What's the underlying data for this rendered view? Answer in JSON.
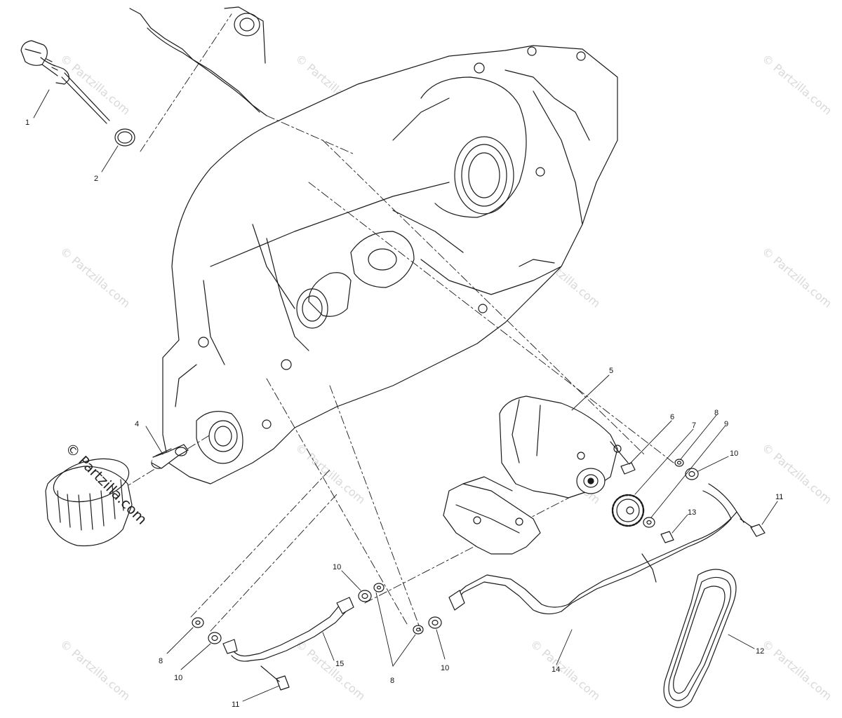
{
  "watermark": {
    "text": "© Partzilla.com",
    "text_dark": "© Partzilla.com"
  },
  "callouts": {
    "c1": "1",
    "c2": "2",
    "c4": "4",
    "c5": "5",
    "c6": "6",
    "c7": "7",
    "c8a": "8",
    "c9": "9",
    "c10a": "10",
    "c11a": "11",
    "c13": "13",
    "c10b": "10",
    "c8b": "8",
    "c10c": "10",
    "c15": "15",
    "c11b": "11",
    "c8c": "8",
    "c10d": "10",
    "c14": "14",
    "c12": "12"
  },
  "colors": {
    "line": "#1a1a1a",
    "watermark": "#d9d9d9"
  }
}
